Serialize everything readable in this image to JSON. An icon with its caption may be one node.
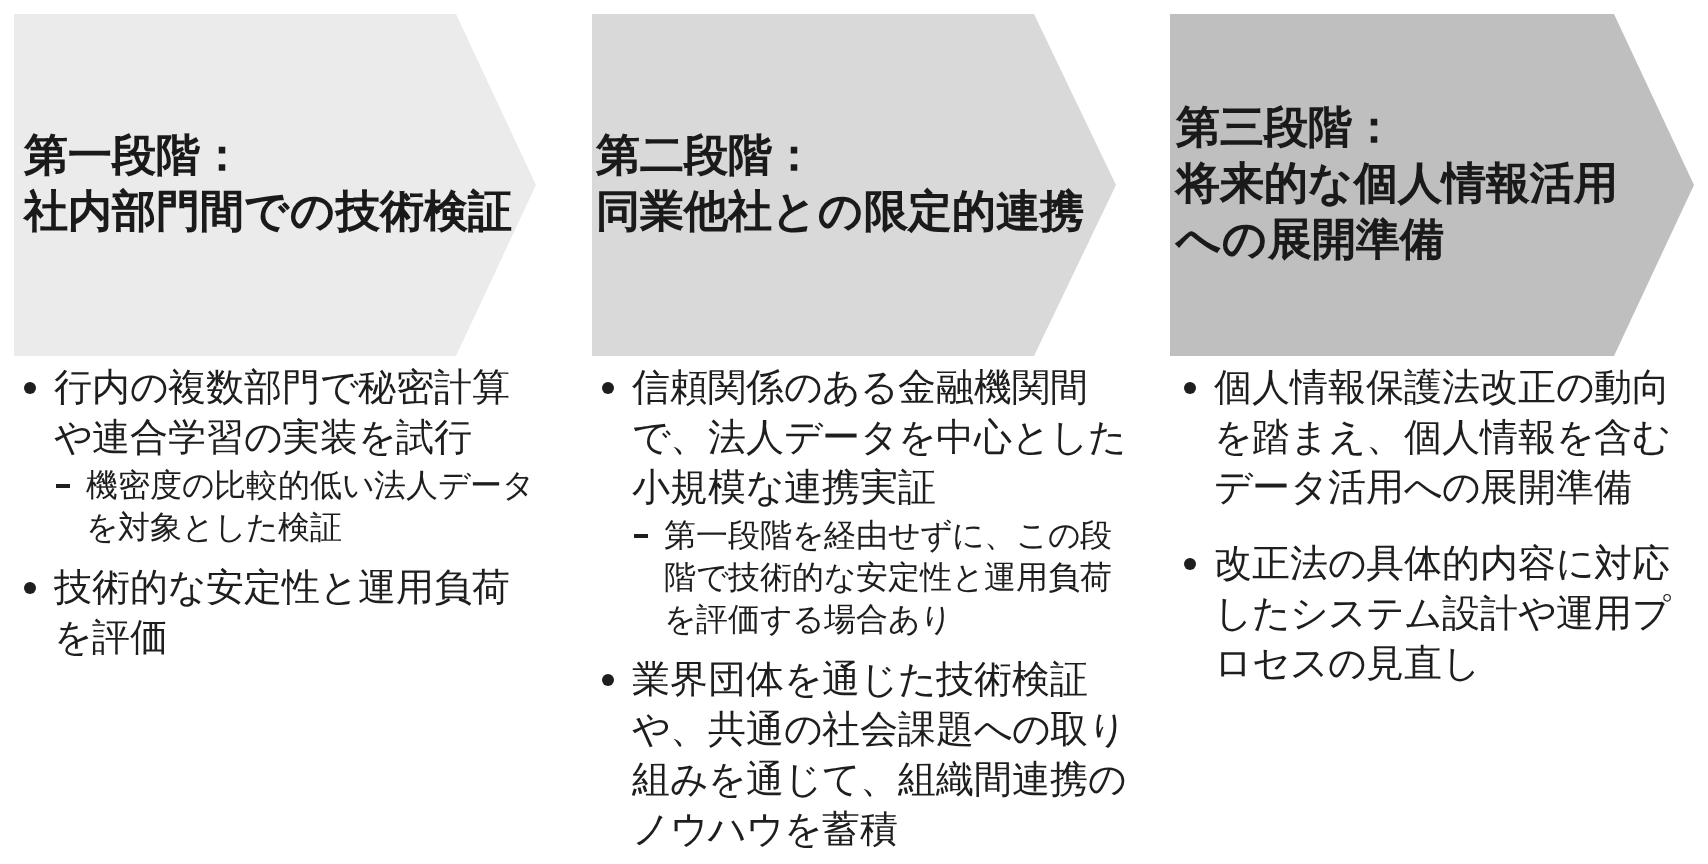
{
  "diagram": {
    "nodes": [
      {
        "text": [
          "第一段階：",
          "社内部門間での技術検証"
        ],
        "beside": [
          "行内の複数部門で秘密計算や連合学習の実装を試行",
          "機密度の比較的低い法人データを対象とした検証",
          "技術的な安定性と運用負荷を評価"
        ]
      },
      {
        "text": [
          "第二段階：",
          "同業他社との限定的連携"
        ],
        "beside": [
          "信頼関係のある金融機関間で、法人データを中心とした小規模な連携実証",
          "第一段階を経由せずに、この段階で技術的な安定性と運用負荷を評価する場合あり",
          "業界団体を通じた技術検証や、共通の社会課題への取り組みを通じて、組織間連携のノウハウを蓄積"
        ]
      },
      {
        "text": [
          "第三段階：",
          "将来的な個人情報活用への展開準備"
        ],
        "beside": [
          "個人情報保護法改正の動向を踏まえ、個人情報を含むデータ活用への展開準備",
          "改正法の具体的内容に対応したシステム設計や運用プロセスの見直し"
        ]
      }
    ]
  }
}
